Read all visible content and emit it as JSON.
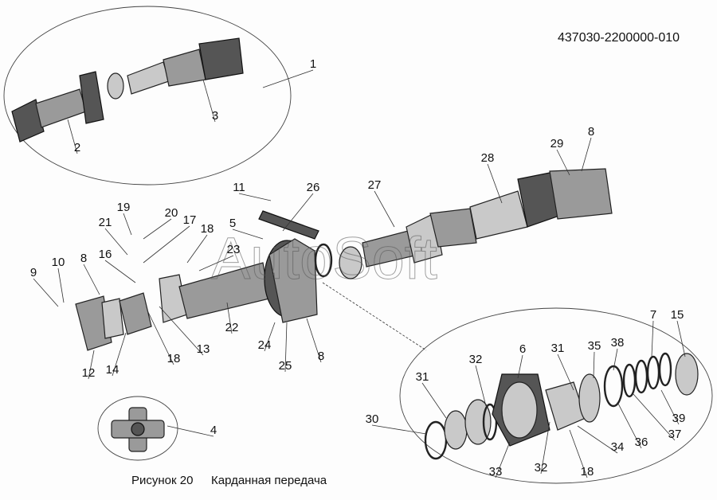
{
  "drawing_number": "437030-2200000-010",
  "caption": {
    "figure": "Рисунок 20",
    "title": "Карданная передача"
  },
  "watermark": "AutoSoft",
  "callouts": [
    "1",
    "2",
    "3",
    "4",
    "11",
    "26",
    "27",
    "28",
    "29",
    "8",
    "19",
    "20",
    "21",
    "17",
    "18",
    "5",
    "23",
    "16",
    "10",
    "8",
    "9",
    "22",
    "13",
    "18",
    "24",
    "25",
    "8",
    "12",
    "14",
    "30",
    "31",
    "32",
    "6",
    "31",
    "35",
    "38",
    "7",
    "15",
    "39",
    "37",
    "36",
    "34",
    "18",
    "32",
    "33"
  ]
}
